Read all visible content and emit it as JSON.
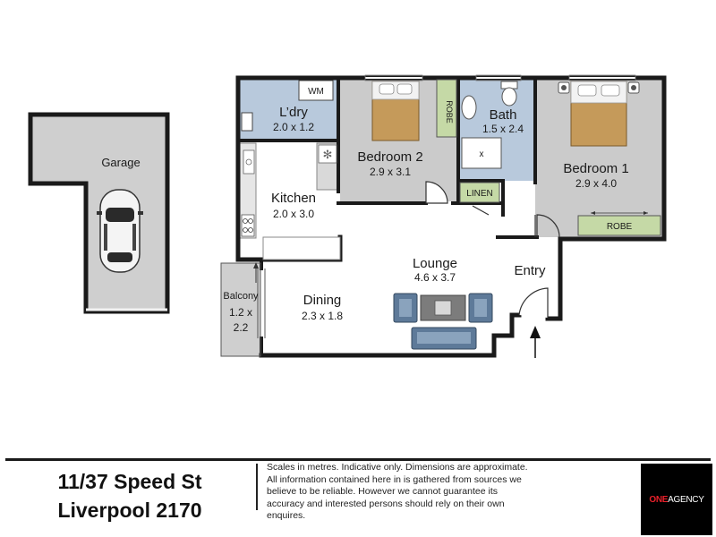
{
  "rooms": {
    "garage": {
      "name": "Garage"
    },
    "laundry": {
      "name": "L’dry",
      "dims": "2.0 x 1.2"
    },
    "washing_machine": {
      "label": "WM"
    },
    "bedroom2": {
      "name": "Bedroom 2",
      "dims": "2.9 x 3.1"
    },
    "bath": {
      "name": "Bath",
      "dims": "1.5 x 2.4"
    },
    "bedroom1": {
      "name": "Bedroom 1",
      "dims": "2.9 x 4.0"
    },
    "kitchen": {
      "name": "Kitchen",
      "dims": "2.0 x 3.0"
    },
    "lounge": {
      "name": "Lounge",
      "dims": "4.6 x 3.7"
    },
    "dining": {
      "name": "Dining",
      "dims": "2.3 x 1.8"
    },
    "balcony": {
      "name": "Balcony",
      "dims_line1": "1.2 x",
      "dims_line2": "2.2"
    },
    "entry": {
      "name": "Entry"
    }
  },
  "fixtures": {
    "robe_bed2": "ROBE",
    "robe_bed1": "ROBE",
    "linen": "LINEN",
    "shower_mark": "x"
  },
  "footer": {
    "address_line1": "11/37 Speed St",
    "address_line2": "Liverpool 2170",
    "disclaimer": "Scales in metres. Indicative only. Dimensions are approximate. All information contained here in is gathered from sources we believe to be reliable. However we cannot guarantee its accuracy and interested persons should rely on their own enquires.",
    "logo_one": "ONE",
    "logo_agency": "AGENCY"
  },
  "colors": {
    "wall": "#1a1a1a",
    "floor_grey": "#cbcbcb",
    "tile_blue": "#b8c9dc",
    "robe_green": "#c5d9a6",
    "sofa_blue": "#5e7a99",
    "logo_bg": "#000000",
    "logo_red": "#e8202a"
  }
}
